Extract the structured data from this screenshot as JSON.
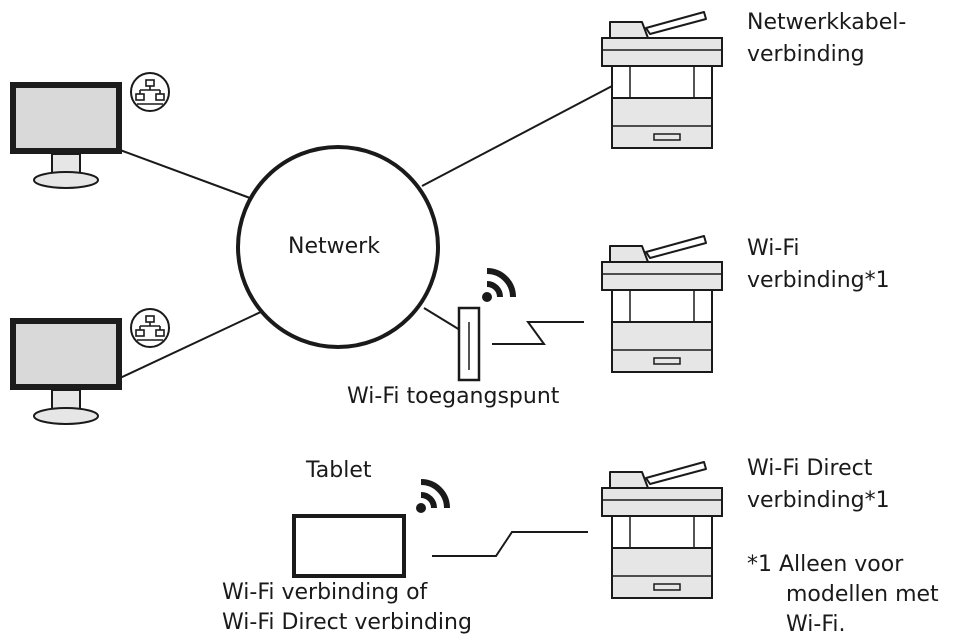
{
  "network": {
    "label": "Netwerk"
  },
  "access_point": {
    "label": "Wi-Fi toegangspunt"
  },
  "tablet": {
    "title": "Tablet",
    "caption_line1": "Wi-Fi verbinding of",
    "caption_line2": "Wi-Fi Direct verbinding"
  },
  "printers": [
    {
      "line1": "Netwerkkabel-",
      "line2": "verbinding"
    },
    {
      "line1": "Wi-Fi",
      "line2": "verbinding*1"
    },
    {
      "line1": "Wi-Fi Direct",
      "line2": "verbinding*1"
    }
  ],
  "footnote": {
    "line1": "*1 Alleen voor",
    "line2": "modellen met",
    "line3": "Wi-Fi."
  },
  "icons": {
    "computer": "desktop-monitor-icon",
    "lan": "network-lan-icon",
    "printer": "multifunction-printer-icon",
    "wifi": "wifi-signal-icon",
    "access_point": "wifi-access-point-icon",
    "tablet": "tablet-icon"
  },
  "colors": {
    "line": "#1a1a1a",
    "wifi_signal": "#1a1a1a",
    "device_fill": "#e0e0e0",
    "screen": "#d9d9d9"
  }
}
